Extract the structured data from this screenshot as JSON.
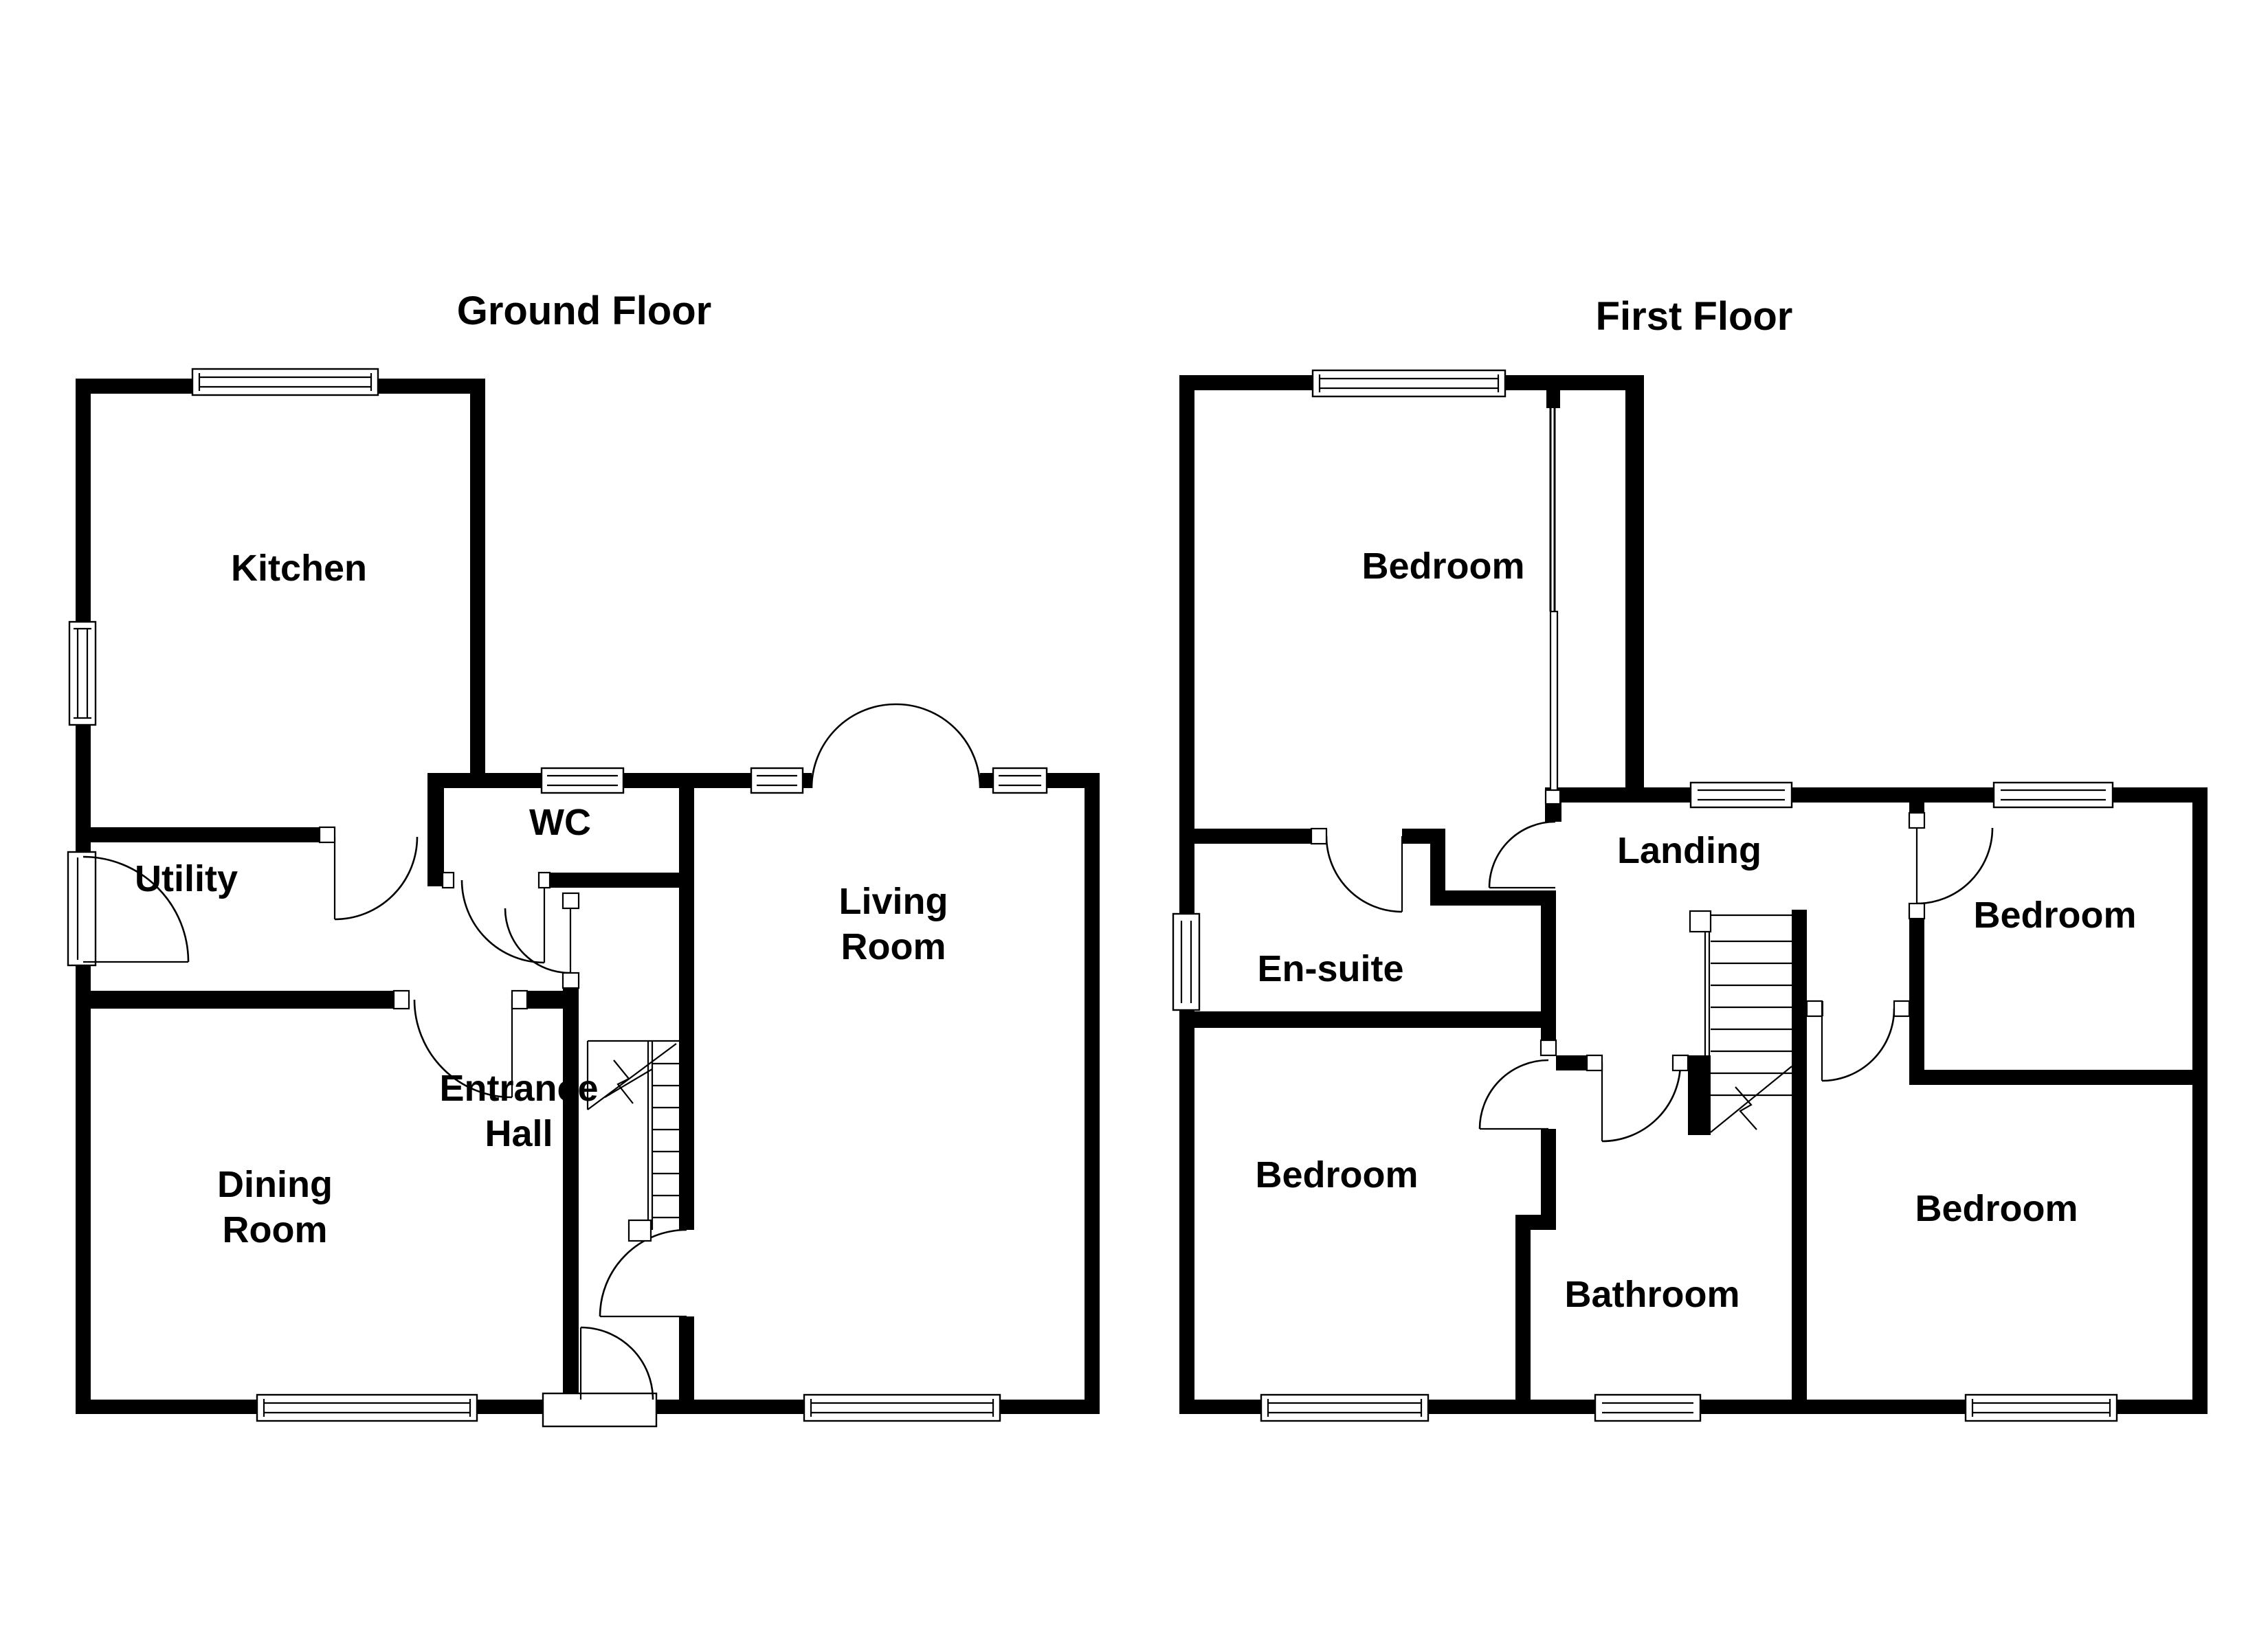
{
  "ground_floor": {
    "title": "Ground Floor",
    "labels": {
      "kitchen": "Kitchen",
      "utility": "Utility",
      "wc": "WC",
      "entrance_line1": "Entrance",
      "entrance_line2": "Hall",
      "dining_line1": "Dining",
      "dining_line2": "Room",
      "living_line1": "Living",
      "living_line2": "Room"
    }
  },
  "first_floor": {
    "title": "First Floor",
    "labels": {
      "bedroom_top_left": "Bedroom",
      "ensuite": "En-suite",
      "landing": "Landing",
      "bedroom_right": "Bedroom",
      "bedroom_bottom_left": "Bedroom",
      "bathroom": "Bathroom",
      "bedroom_bottom_right": "Bedroom"
    }
  },
  "colors": {
    "wall": "#000000",
    "text": "#000000",
    "background": "#ffffff"
  }
}
